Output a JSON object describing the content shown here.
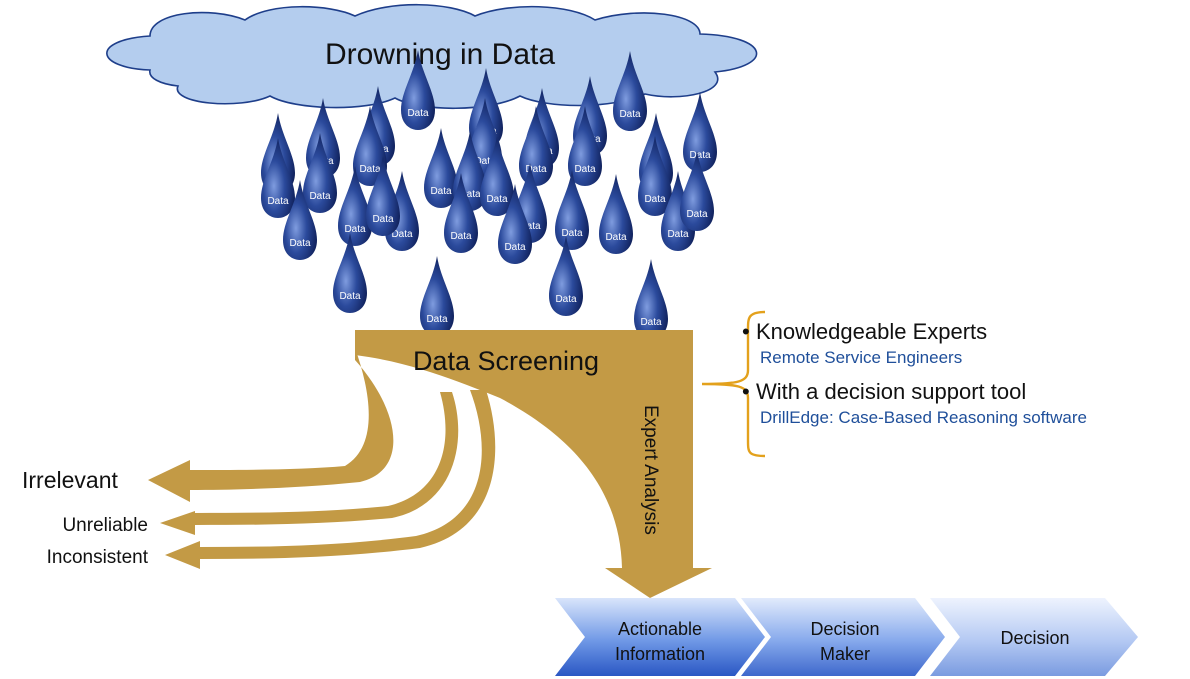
{
  "cloud": {
    "title": "Drowning in Data"
  },
  "drop_label": "Data",
  "funnel": {
    "screening_label": "Data Screening",
    "expert_label": "Expert Analysis"
  },
  "outputs": {
    "irrelevant": "Irrelevant",
    "unreliable": "Unreliable",
    "inconsistent": "Inconsistent"
  },
  "side_list": [
    {
      "bullet": "Knowledgeable Experts",
      "sub": "Remote Service Engineers"
    },
    {
      "bullet": "With a decision support tool",
      "sub": "DrillEdge: Case-Based Reasoning software"
    }
  ],
  "chevrons": [
    {
      "line1": "Actionable",
      "line2": "Information"
    },
    {
      "line1": "Decision",
      "line2": "Maker"
    },
    {
      "line1": "Decision",
      "line2": ""
    }
  ],
  "colors": {
    "cloud_fill": "#b4cdee",
    "cloud_stroke": "#1e3e8a",
    "drop_dark": "#0d1e57",
    "drop_light": "#6f8ed6",
    "funnel": "#c39a45",
    "bracket": "#e3a11c",
    "chevron_dark": "#2c5cc8",
    "chevron_light": "#dce7fb",
    "sub_text": "#1f4f9a"
  }
}
